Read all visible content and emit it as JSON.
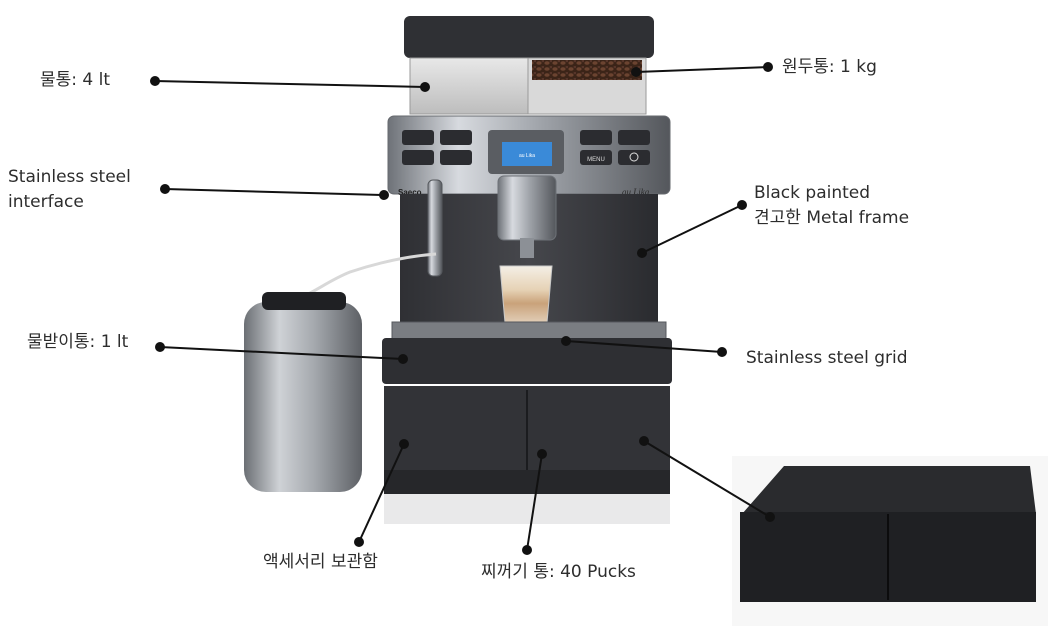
{
  "labels": {
    "water_tank": "물통: 4 lt",
    "bean_hopper": "원두통: 1 kg",
    "steel_interface": "Stainless steel\ninterface",
    "metal_frame": "Black painted\n견고한 Metal frame",
    "drip_tray": "물받이통: 1 lt",
    "steel_grid": "Stainless steel grid",
    "accessory_box": "액세서리 보관함",
    "grounds_bin": "찌꺼기 통: 40 Pucks"
  },
  "machine": {
    "brand": "Saeco",
    "model": "au Lika",
    "display": "au Lika",
    "menu_button": "MENU"
  },
  "colors": {
    "body_dark": "#3d3e42",
    "steel": "#b8bcc2",
    "screen": "#3a8ad8",
    "text": "#2d2d2d",
    "dot": "#111111"
  }
}
